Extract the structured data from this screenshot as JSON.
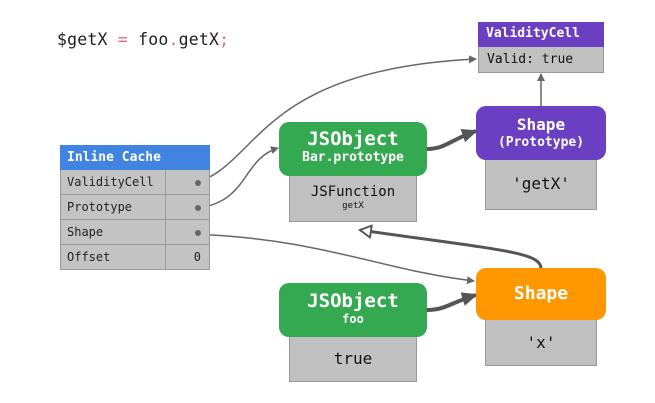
{
  "code": {
    "lhs": "$getX",
    "operator": " = ",
    "object": "foo",
    "dot": ".",
    "property": "getX",
    "terminator": ";"
  },
  "validity_cell": {
    "title": "ValidityCell",
    "value": "Valid: true",
    "color": "#6a3fc1"
  },
  "inline_cache": {
    "title": "Inline Cache",
    "color": "#4183e0",
    "rows": [
      {
        "key": "ValidityCell",
        "value": "",
        "pointer": true
      },
      {
        "key": "Prototype",
        "value": "",
        "pointer": true
      },
      {
        "key": "Shape",
        "value": "",
        "pointer": true
      },
      {
        "key": "Offset",
        "value": "0",
        "pointer": false
      }
    ]
  },
  "nodes": {
    "bar_prototype": {
      "title": "JSObject",
      "subtitle": "Bar.prototype",
      "body_main": "JSFunction",
      "body_sub": "getX",
      "color": "#35a852"
    },
    "shape_prototype": {
      "title": "Shape",
      "subtitle": "(Prototype)",
      "body": "'getX'",
      "color": "#6a3fc1"
    },
    "foo": {
      "title": "JSObject",
      "subtitle": "foo",
      "body": "true",
      "color": "#35a852"
    },
    "shape_x": {
      "title": "Shape",
      "body": "'x'",
      "color": "#ff9800"
    }
  },
  "edges": [
    {
      "from": "inline_cache.ValidityCell",
      "to": "validity_cell",
      "style": "thin"
    },
    {
      "from": "inline_cache.Prototype",
      "to": "bar_prototype",
      "style": "thin"
    },
    {
      "from": "inline_cache.Shape",
      "to": "shape_x",
      "style": "thin"
    },
    {
      "from": "bar_prototype",
      "to": "shape_prototype",
      "style": "thick"
    },
    {
      "from": "shape_prototype",
      "to": "validity_cell",
      "style": "thin"
    },
    {
      "from": "foo",
      "to": "shape_x",
      "style": "thick"
    },
    {
      "from": "shape_x",
      "to": "bar_prototype",
      "style": "thick-hollow"
    }
  ]
}
